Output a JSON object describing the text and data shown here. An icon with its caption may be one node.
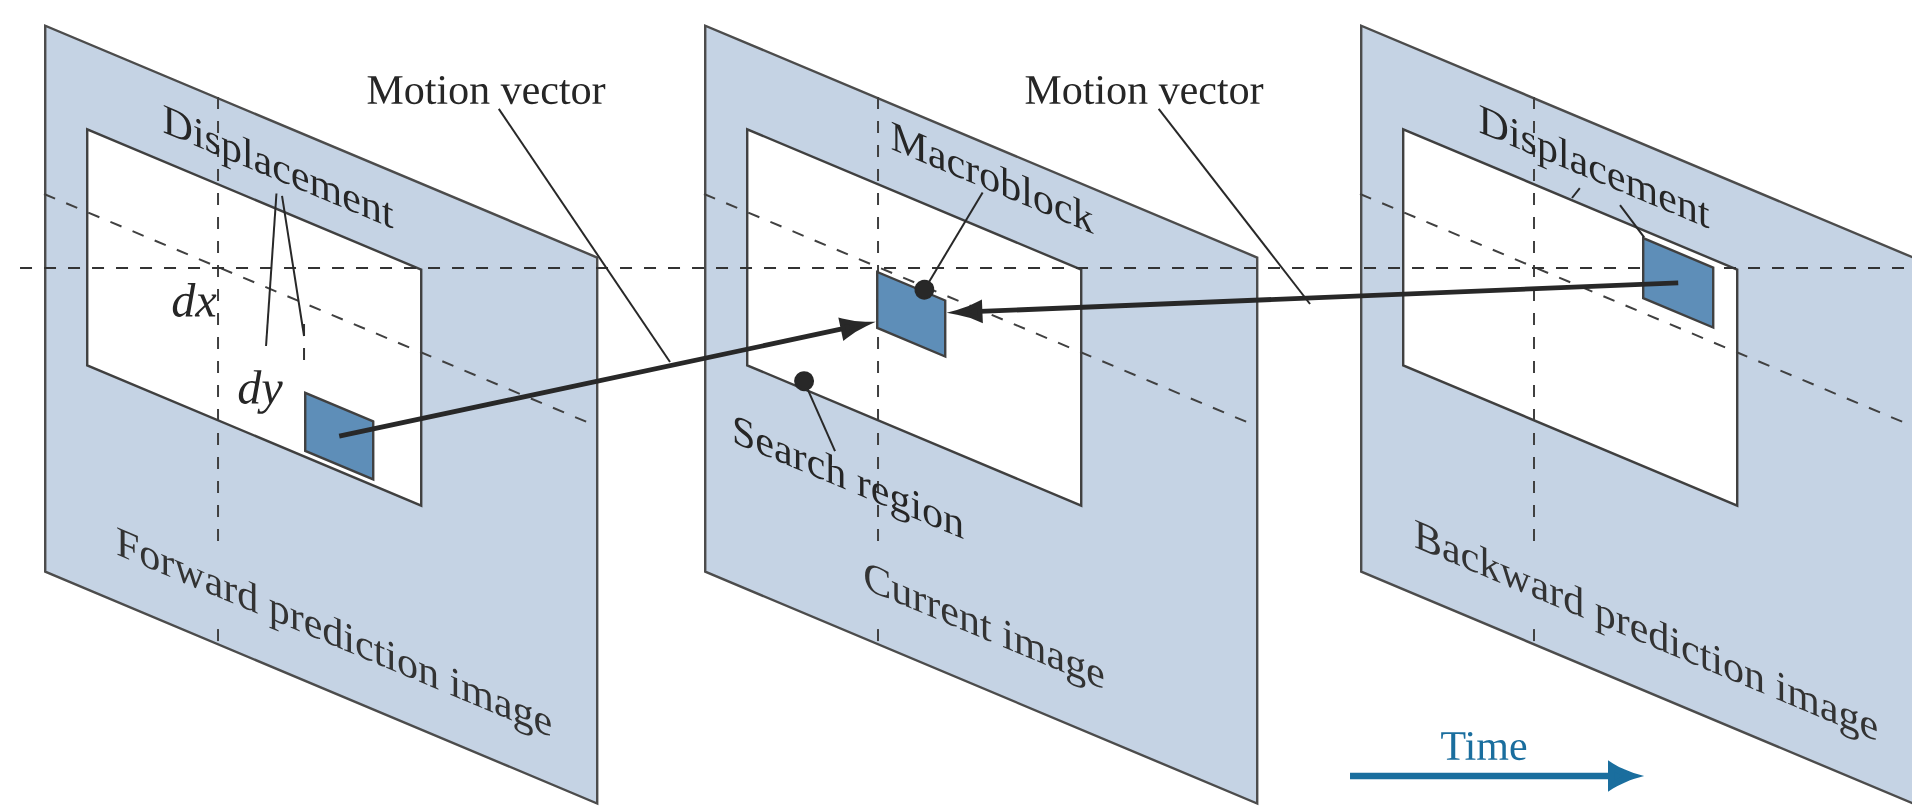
{
  "diagram": {
    "nodes": [
      {
        "text": [
          "Forward prediction image"
        ]
      },
      {
        "text": [],
        "shape": "box",
        "in": 0
      },
      {
        "text": [],
        "shape": "box",
        "in": 1
      },
      {
        "text": [
          "Current image"
        ]
      },
      {
        "text": [],
        "shape": "box",
        "in": 3
      },
      {
        "text": [],
        "shape": "box",
        "in": 4
      },
      {
        "text": [
          "Backward prediction image"
        ]
      },
      {
        "text": [],
        "shape": "box",
        "in": 6
      },
      {
        "text": [],
        "shape": "box",
        "in": 7
      },
      {
        "text": [
          "Motion vector"
        ]
      },
      {
        "text": [
          "Motion vector"
        ]
      },
      {
        "text": [
          "Displacement"
        ],
        "in": 0
      },
      {
        "text": [
          "Displacement"
        ],
        "in": 6
      },
      {
        "text": [
          "Macroblock"
        ],
        "in": 3
      },
      {
        "text": [
          "Search region"
        ],
        "in": 3
      }
    ],
    "edges": [
      {
        "from": 2,
        "to": 5,
        "arrow": "to"
      },
      {
        "from": 8,
        "to": 5,
        "arrow": "to"
      },
      {
        "from": 9,
        "to": null,
        "arrow": "none"
      },
      {
        "from": 10,
        "to": null,
        "arrow": "none"
      },
      {
        "from": 11,
        "to": null,
        "arrow": "none"
      },
      {
        "from": 11,
        "to": null,
        "arrow": "none"
      },
      {
        "from": 12,
        "to": null,
        "arrow": "none"
      },
      {
        "from": 12,
        "to": 8,
        "arrow": "none"
      },
      {
        "from": 13,
        "to": 5,
        "arrow": "other"
      },
      {
        "from": 14,
        "to": 4,
        "arrow": "other"
      }
    ],
    "labels": [
      "dx",
      "dy",
      "Time"
    ]
  }
}
